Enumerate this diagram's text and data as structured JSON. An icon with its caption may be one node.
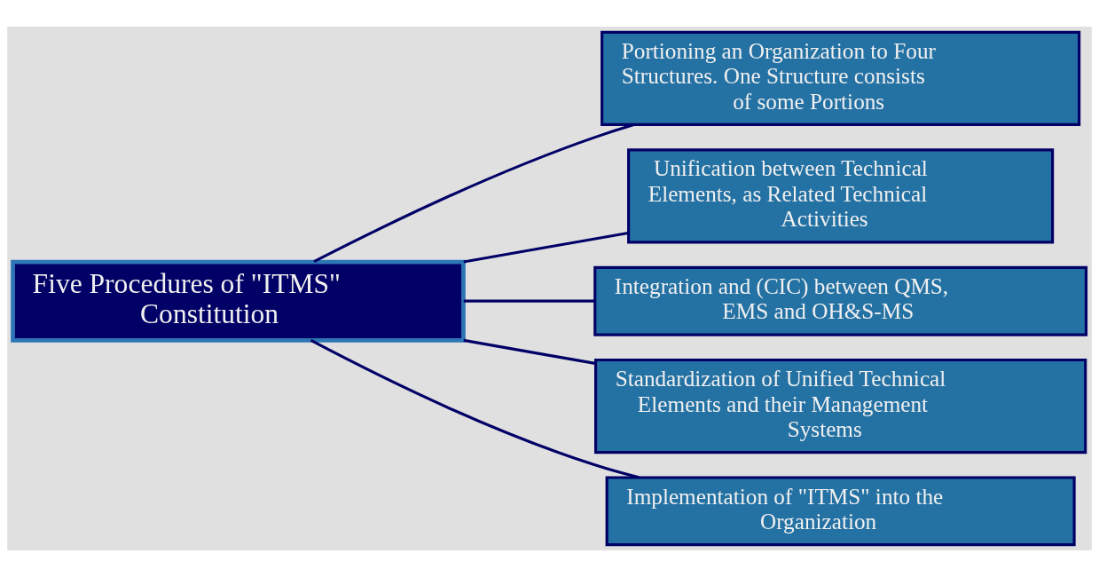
{
  "diagram": {
    "nodes": [
      {
        "text": [
          "Five Procedures of \"ITMS\" Constitution"
        ]
      },
      {
        "text": [
          "Portioning an Organization to Four Structures. One Structure consists of some Portions"
        ]
      },
      {
        "text": [
          "Unification between Technical Elements, as Related Technical Activities"
        ]
      },
      {
        "text": [
          "Integration and (CIC) between QMS, EMS and OH&S-MS"
        ]
      },
      {
        "text": [
          "Standardization of Unified Technical Elements and their Management Systems"
        ]
      },
      {
        "text": [
          "Implementation of \"ITMS\" into the Organization"
        ]
      }
    ],
    "edges": [
      {
        "from": 0,
        "to": 1,
        "arrow": "none"
      },
      {
        "from": 0,
        "to": 2,
        "arrow": "none"
      },
      {
        "from": 0,
        "to": 3,
        "arrow": "none"
      },
      {
        "from": 0,
        "to": 4,
        "arrow": "none"
      },
      {
        "from": 0,
        "to": 5,
        "arrow": "none"
      }
    ]
  }
}
